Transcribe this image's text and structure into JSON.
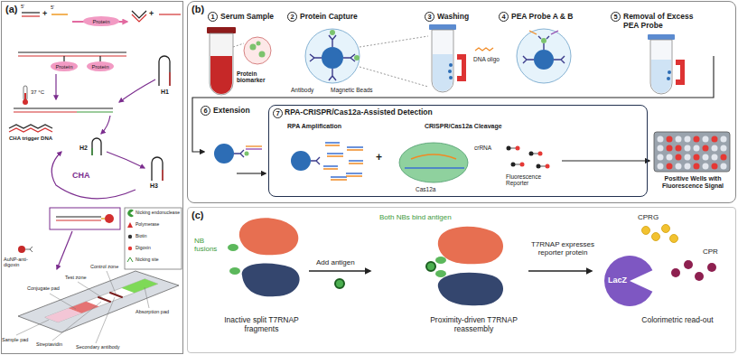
{
  "diagram": {
    "nodes": [
      {
        "text": [
          "(a)"
        ]
      },
      {
        "text": [
          "Protein"
        ],
        "in": 0
      },
      {
        "text": [
          "Protein"
        ],
        "in": 0
      },
      {
        "text": [
          "Protein"
        ],
        "in": 0
      },
      {
        "text": [
          "(b)"
        ]
      },
      {
        "text": [
          "1",
          "Serum Sample"
        ],
        "in": 4
      },
      {
        "text": [
          "2",
          "Protein Capture"
        ],
        "in": 4
      },
      {
        "text": [
          "3",
          "Washing"
        ],
        "in": 4
      },
      {
        "text": [
          "4",
          "PEA Probe A & B"
        ],
        "in": 4
      },
      {
        "text": [
          "5",
          "Removal of Excess PEA Probe"
        ],
        "in": 4
      },
      {
        "text": [
          "6",
          "Extension"
        ],
        "in": 4
      },
      {
        "text": [
          "RPA-CRISPR/Cas12a-Assisted Detection"
        ],
        "in": 4
      },
      {
        "text": [
          "7"
        ],
        "in": 11
      },
      {
        "text": [
          "(c)"
        ]
      },
      {
        "text": [
          "LacZ"
        ],
        "in": 13
      }
    ],
    "labels": [
      "5'",
      "+",
      "5'",
      "+",
      "37 °C",
      "H1",
      "CHA trigger DNA",
      "H2",
      "CHA",
      "H3",
      "AuNP-anti-digoxin",
      "Sample pad",
      "Conjugate pad",
      "Test zone",
      "Control zone",
      "Streptavidin",
      "Secondary antibody",
      "Absorption pad",
      "Protein biomarker",
      "Antibody",
      "Magnetic Beads",
      "DNA oligo",
      "RPA Amplification",
      "+",
      "CRISPR/Cas12a Cleavage",
      "crRNA",
      "Cas12a",
      "Fluorescence Reporter",
      "Positive Wells with Fluorescence Signal",
      "NB fusions",
      "Add antigen",
      "Both NBs bind antigen",
      "T7RNAP expresses reporter protein",
      "CPRG",
      "CPR",
      "Inactive split T7RNAP fragments",
      "Proximity-driven T7RNAP reassembly",
      "Colorimetric read-out"
    ],
    "legend": [
      {
        "text": "Nicking endonuclease"
      },
      {
        "text": "Polymerase"
      },
      {
        "text": "Biotin"
      },
      {
        "text": "Digoxin"
      },
      {
        "text": "Nicking site"
      }
    ]
  }
}
